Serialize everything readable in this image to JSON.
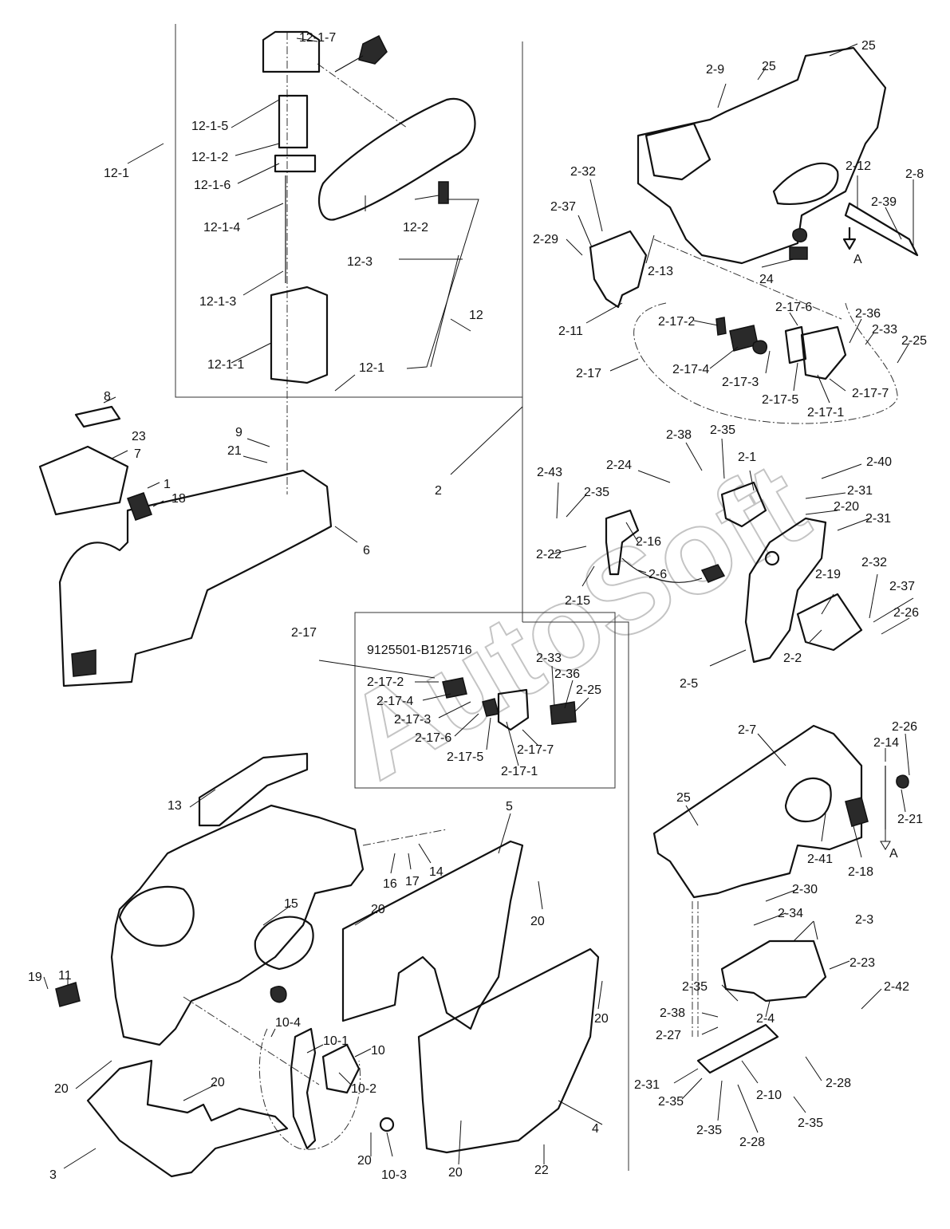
{
  "watermark": "AutoSoft",
  "inset_serial": "9125501-B125716",
  "arrow_marker": "A",
  "labels": {
    "l_12_1_7": "12-1-7",
    "l_12_1_5": "12-1-5",
    "l_12_1": "12-1",
    "l_12_1_2": "12-1-2",
    "l_12_1_6": "12-1-6",
    "l_12_1_4": "12-1-4",
    "l_12_2": "12-2",
    "l_12_3": "12-3",
    "l_12_1_3": "12-1-3",
    "l_12": "12",
    "l_12_1_1": "12-1-1",
    "l_12_1_b": "12-1",
    "l_8": "8",
    "l_23": "23",
    "l_7": "7",
    "l_1": "1",
    "l_18": "18",
    "l_9": "9",
    "l_21": "21",
    "l_6": "6",
    "l_2": "2",
    "l_2_9": "2-9",
    "l_25_a": "25",
    "l_25_b": "25",
    "l_2_32_a": "2-32",
    "l_2_37_a": "2-37",
    "l_2_29": "2-29",
    "l_2_13": "2-13",
    "l_24": "24",
    "l_2_12": "2-12",
    "l_2_8": "2-8",
    "l_2_39": "2-39",
    "l_2_11": "2-11",
    "l_2_17_a": "2-17",
    "l_2_17_2_a": "2-17-2",
    "l_2_17_6_a": "2-17-6",
    "l_2_17_4_a": "2-17-4",
    "l_2_17_3_a": "2-17-3",
    "l_2_17_5_a": "2-17-5",
    "l_2_17_1_a": "2-17-1",
    "l_2_17_7_a": "2-17-7",
    "l_2_36_a": "2-36",
    "l_2_33_a": "2-33",
    "l_2_25_a": "2-25",
    "l_2_38_a": "2-38",
    "l_2_35_a": "2-35",
    "l_2_1": "2-1",
    "l_2_24": "2-24",
    "l_2_40": "2-40",
    "l_2_43": "2-43",
    "l_2_35_b": "2-35",
    "l_2_31_a": "2-31",
    "l_2_20": "2-20",
    "l_2_31_b": "2-31",
    "l_2_16": "2-16",
    "l_2_22": "2-22",
    "l_2_6": "2-6",
    "l_2_15": "2-15",
    "l_2_19": "2-19",
    "l_2_32_b": "2-32",
    "l_2_37_b": "2-37",
    "l_2_26_a": "2-26",
    "l_2_2": "2-2",
    "l_2_5": "2-5",
    "l_2_17_b": "2-17",
    "l_2_17_2_b": "2-17-2",
    "l_2_17_4_b": "2-17-4",
    "l_2_17_3_b": "2-17-3",
    "l_2_17_6_b": "2-17-6",
    "l_2_17_5_b": "2-17-5",
    "l_2_17_1_b": "2-17-1",
    "l_2_17_7_b": "2-17-7",
    "l_2_33_b": "2-33",
    "l_2_36_b": "2-36",
    "l_2_25_b": "2-25",
    "l_2_7": "2-7",
    "l_2_26_b": "2-26",
    "l_2_14": "2-14",
    "l_2_21": "2-21",
    "l_25_c": "25",
    "l_2_41": "2-41",
    "l_2_18": "2-18",
    "l_2_30": "2-30",
    "l_2_34": "2-34",
    "l_2_3": "2-3",
    "l_2_23": "2-23",
    "l_2_35_c": "2-35",
    "l_2_42": "2-42",
    "l_2_38_b": "2-38",
    "l_2_27": "2-27",
    "l_2_4": "2-4",
    "l_2_31_c": "2-31",
    "l_2_28_a": "2-28",
    "l_2_35_d": "2-35",
    "l_2_10": "2-10",
    "l_2_35_e": "2-35",
    "l_2_35_f": "2-35",
    "l_2_28_b": "2-28",
    "l_13": "13",
    "l_5": "5",
    "l_14": "14",
    "l_17": "17",
    "l_16": "16",
    "l_15": "15",
    "l_20_a": "20",
    "l_20_b": "20",
    "l_19": "19",
    "l_11": "11",
    "l_20_c": "20",
    "l_10_4": "10-4",
    "l_10_1": "10-1",
    "l_10": "10",
    "l_20_d": "20",
    "l_10_2": "10-2",
    "l_20_e": "20",
    "l_10_3": "10-3",
    "l_3": "3",
    "l_20_f": "20",
    "l_22": "22",
    "l_4": "4"
  }
}
